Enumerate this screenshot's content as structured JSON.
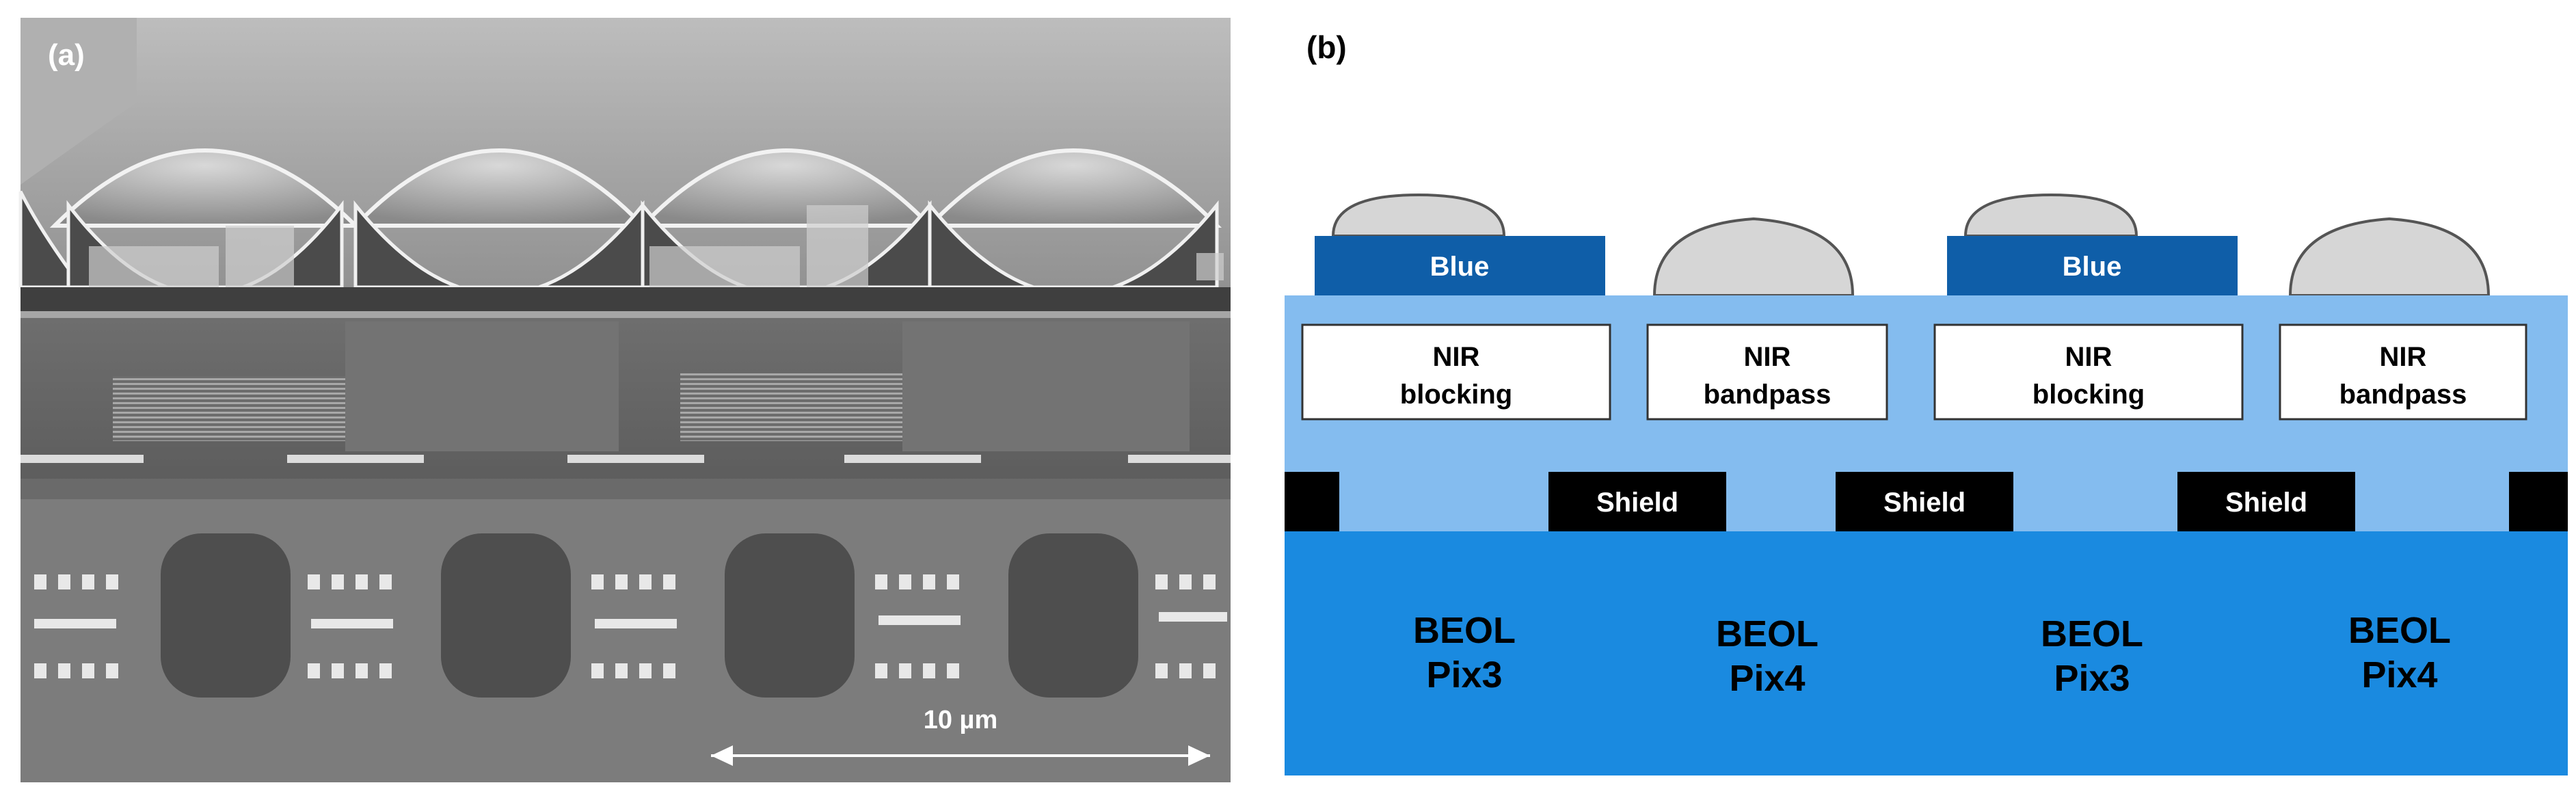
{
  "panel_a": {
    "label": "(a)",
    "scale_bar_label": "10 µm"
  },
  "panel_b": {
    "label": "(b)",
    "color_filters": [
      {
        "label": "Blue"
      },
      {
        "label": "Blue"
      }
    ],
    "filters": [
      {
        "line1": "NIR",
        "line2": "blocking"
      },
      {
        "line1": "NIR",
        "line2": "bandpass"
      },
      {
        "line1": "NIR",
        "line2": "blocking"
      },
      {
        "line1": "NIR",
        "line2": "bandpass"
      }
    ],
    "shields": [
      {
        "label": "Shield"
      },
      {
        "label": "Shield"
      },
      {
        "label": "Shield"
      }
    ],
    "beol": [
      {
        "line1": "BEOL",
        "line2": "Pix3"
      },
      {
        "line1": "BEOL",
        "line2": "Pix4"
      },
      {
        "line1": "BEOL",
        "line2": "Pix3"
      },
      {
        "line1": "BEOL",
        "line2": "Pix4"
      }
    ],
    "colors": {
      "blue_filter": "#0f5ea8",
      "planarization": "#84bcef",
      "beol_layer": "#1a8ae0",
      "microlens": "#d6d6d6",
      "shield": "#000000"
    }
  }
}
